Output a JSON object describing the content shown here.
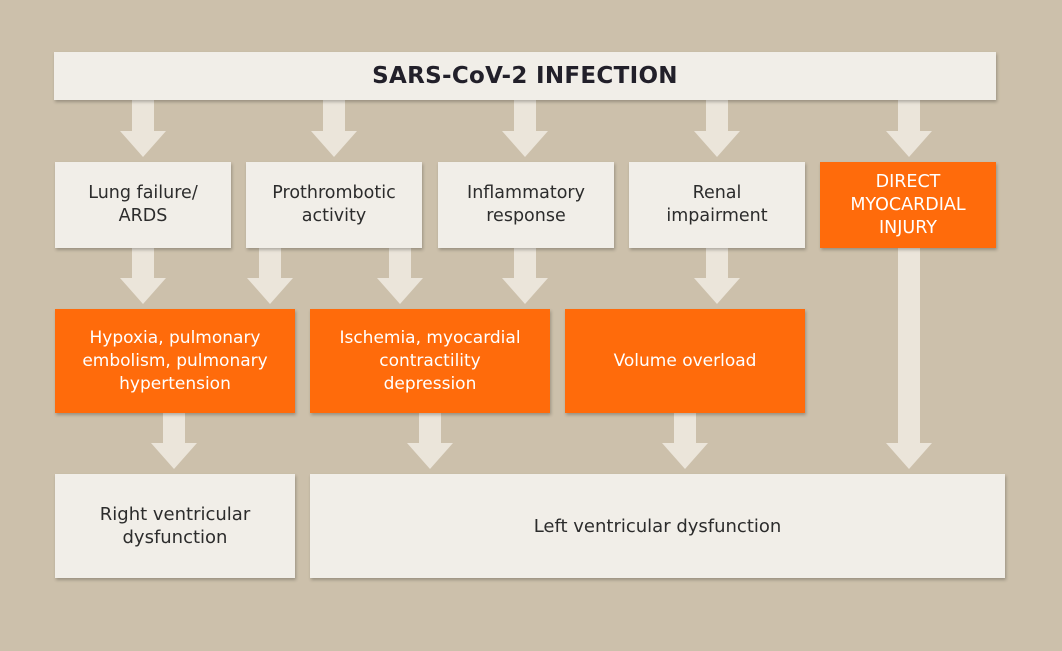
{
  "title": "SARS-CoV-2 INFECTION",
  "row1": [
    "Lung failure/\nARDS",
    "Prothrombotic\nactivity",
    "Inflammatory\nresponse",
    "Renal\nimpairment",
    "DIRECT\nMYOCARDIAL\nINJURY"
  ],
  "row2": [
    "Hypoxia, pulmonary\nembolism, pulmonary\nhypertension",
    "Ischemia, myocardial\ncontractility\ndepression",
    "Volume overload"
  ],
  "row3": [
    "Right ventricular\ndysfunction",
    "Left ventricular dysfunction"
  ],
  "colors": {
    "background": "#ccc0ab",
    "box_light": "#f1eee8",
    "box_orange": "#ff6b0b",
    "arrow": "#ebe5da"
  }
}
